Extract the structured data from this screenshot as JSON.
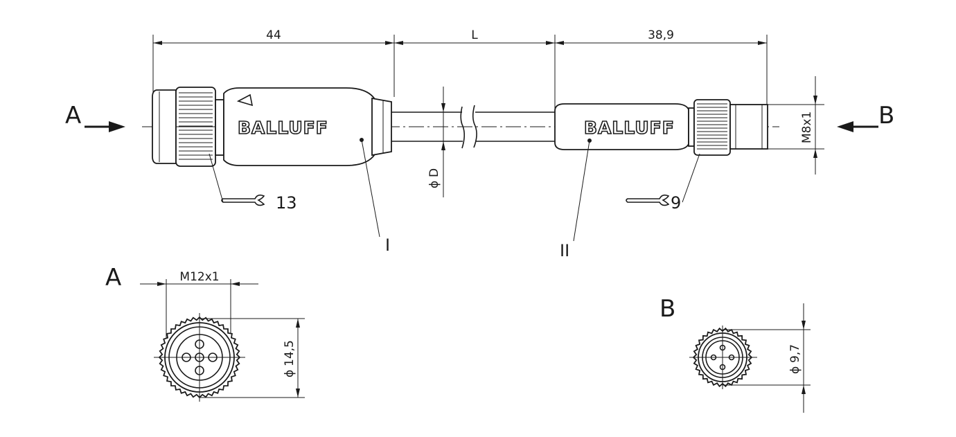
{
  "dimensions": {
    "left_length": "44",
    "cable_length": "L",
    "right_length": "38,9",
    "cable_diameter": "D",
    "male_thread": "M8x1",
    "female_thread": "M12x1",
    "female_diameter": "14,5",
    "male_diameter": "9,7"
  },
  "wrench_sizes": {
    "left": "13",
    "right": "9"
  },
  "brand": {
    "left": "BALLUFF",
    "right": "BALLUFF"
  },
  "part_labels": {
    "left": "I",
    "right": "II"
  },
  "views": {
    "a_side": "A",
    "b_side": "B",
    "a_view": "A",
    "b_view": "B"
  },
  "symbols": {
    "diameter": "ϕ"
  },
  "icons": [
    "triangle-marker-icon",
    "wrench-icon",
    "view-arrow-icon"
  ]
}
